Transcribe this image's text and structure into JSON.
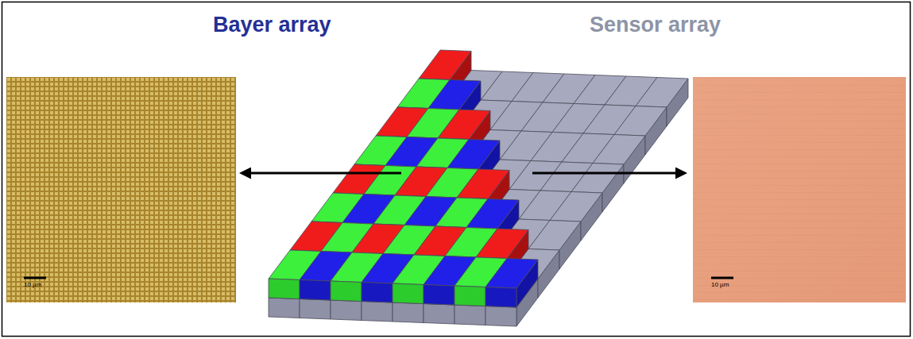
{
  "diagram": {
    "labels": [
      "Bayer array",
      "Sensor array",
      "10 µm",
      "10 µm"
    ]
  }
}
